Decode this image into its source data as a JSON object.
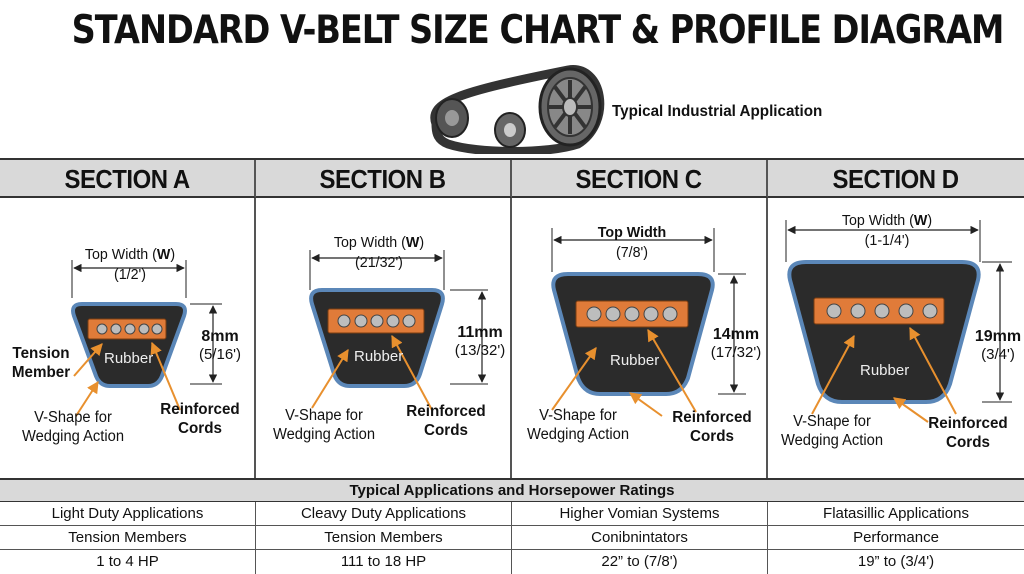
{
  "title": "STANDARD V-BELT SIZE CHART & PROFILE DIAGRAM",
  "header_image": {
    "icon": "belt-pulley-icon",
    "label": "Typical Industrial Application"
  },
  "sections": [
    {
      "name": "SECTION A",
      "top_width_label": "Top Width (",
      "top_width_letter": "W",
      "top_width_close": ")",
      "top_width_value": "(1/2')",
      "height_value": "8mm",
      "height_fraction": "(5/16')",
      "rubber": "Rubber",
      "tension_member_label": "Tension Member",
      "vshape_label": "V-Shape for Wedging Action",
      "cords_label": "Reinforced Cords"
    },
    {
      "name": "SECTION B",
      "top_width_label": "Top Width (",
      "top_width_letter": "W",
      "top_width_close": ")",
      "top_width_value": "(21/32')",
      "height_value": "11mm",
      "height_fraction": "(13/32')",
      "rubber": "Rubber",
      "vshape_label": "V-Shape for Wedging Action",
      "cords_label": "Reinforced Cords"
    },
    {
      "name": "SECTION C",
      "top_width_label": "Top Width",
      "top_width_value": "(7/8')",
      "height_value": "14mm",
      "height_fraction": "(17/32')",
      "rubber": "Rubber",
      "vshape_label": "V-Shape for Wedging Action",
      "cords_label": "Reinforced Cords"
    },
    {
      "name": "SECTION D",
      "top_width_label": "Top Width (",
      "top_width_letter": "W",
      "top_width_close": ")",
      "top_width_value": "(1-1/4')",
      "height_value": "19mm",
      "height_fraction": "(3/4')",
      "rubber": "Rubber",
      "vshape_label": "V-Shape for Wedging Action",
      "cords_label": "Reinforced Cords"
    }
  ],
  "table": {
    "heading": "Typical Applications and Horsepower Ratings",
    "rows": [
      [
        "Light Duty Applications",
        "Cleavy Duty Applications",
        "Higher Vomian Systems",
        "Flatasillic Applications"
      ],
      [
        "Tension Members",
        "Tension Members",
        "Conibnintators",
        "Performance"
      ],
      [
        "1 to 4 HP",
        "111 to 18 HP",
        "22” to (7/8')",
        "19” to (3/4')"
      ]
    ]
  },
  "colors": {
    "belt_body": "#2b2b2b",
    "belt_edge": "#5b87b8",
    "cord_band": "#e07b39",
    "cord_dot": "#bdbdbd",
    "arrow": "#e8902e",
    "header_bg": "#d9d9d9"
  }
}
